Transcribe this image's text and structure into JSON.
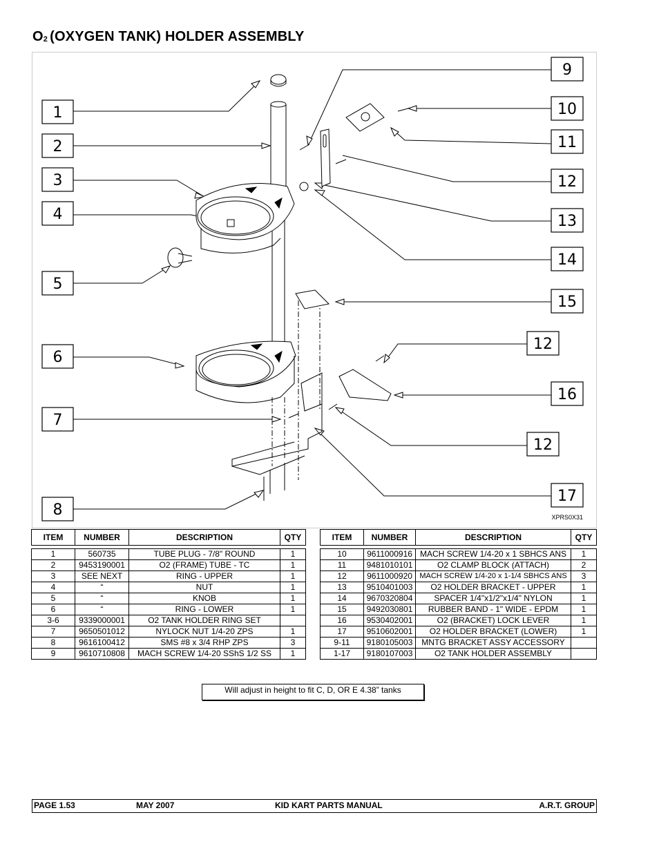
{
  "title": {
    "o": "O",
    "sub": "2",
    "rest": "(OXYGEN TANK) HOLDER ASSEMBLY"
  },
  "drawing_number": "XPRS0X31",
  "callouts": [
    "1",
    "2",
    "3",
    "4",
    "5",
    "6",
    "7",
    "8",
    "9",
    "10",
    "11",
    "12",
    "13",
    "14",
    "15",
    "12",
    "16",
    "12",
    "17"
  ],
  "table_headers": {
    "item": "ITEM",
    "number": "NUMBER",
    "description": "DESCRIPTION",
    "qty": "QTY"
  },
  "table_left": [
    {
      "item": "1",
      "number": "560735",
      "description": "TUBE PLUG - 7/8\" ROUND",
      "qty": "1"
    },
    {
      "item": "2",
      "number": "9453190001",
      "description": "O2 (FRAME) TUBE - TC",
      "qty": "1"
    },
    {
      "item": "3",
      "number": "SEE NEXT",
      "description": "RING - UPPER",
      "qty": "1"
    },
    {
      "item": "4",
      "number": "“",
      "description": "NUT",
      "qty": "1"
    },
    {
      "item": "5",
      "number": "“",
      "description": "KNOB",
      "qty": "1"
    },
    {
      "item": "6",
      "number": "“",
      "description": "RING - LOWER",
      "qty": "1"
    },
    {
      "item": "3-6",
      "number": "9339000001",
      "description": "O2 TANK HOLDER RING SET",
      "qty": ""
    },
    {
      "item": "7",
      "number": "9650501012",
      "description": "NYLOCK NUT 1/4-20 ZPS",
      "qty": "1"
    },
    {
      "item": "8",
      "number": "9616100412",
      "description": "SMS #8 x 3/4 RHP ZPS",
      "qty": "3"
    },
    {
      "item": "9",
      "number": "9610710808",
      "description": "MACH SCREW 1/4-20 SShS 1/2 SS",
      "qty": "1"
    }
  ],
  "table_right": [
    {
      "item": "10",
      "number": "9611000916",
      "description": "MACH SCREW 1/4-20 x 1 SBHCS ANS",
      "qty": "1"
    },
    {
      "item": "11",
      "number": "9481010101",
      "description": "O2 CLAMP BLOCK (ATTACH)",
      "qty": "2"
    },
    {
      "item": "12",
      "number": "9611000920",
      "description": "MACH SCREW 1/4-20 x 1-1/4 SBHCS ANS",
      "qty": "3"
    },
    {
      "item": "13",
      "number": "9510401003",
      "description": "O2 HOLDER BRACKET - UPPER",
      "qty": "1"
    },
    {
      "item": "14",
      "number": "9670320804",
      "description": "SPACER 1/4\"x1/2\"x1/4\" NYLON",
      "qty": "1"
    },
    {
      "item": "15",
      "number": "9492030801",
      "description": "RUBBER BAND - 1\" WIDE - EPDM",
      "qty": "1"
    },
    {
      "item": "16",
      "number": "9530402001",
      "description": "O2 (BRACKET) LOCK LEVER",
      "qty": "1"
    },
    {
      "item": "17",
      "number": "9510602001",
      "description": "O2 HOLDER BRACKET (LOWER)",
      "qty": "1"
    },
    {
      "item": "9-11",
      "number": "9180105003",
      "description": "MNTG BRACKET ASSY ACCESSORY",
      "qty": ""
    },
    {
      "item": "1-17",
      "number": "9180107003",
      "description": "O2 TANK HOLDER ASSEMBLY",
      "qty": ""
    }
  ],
  "note": "Will adjust in height to fit C, D, OR E 4.38” tanks",
  "footer": {
    "page": "PAGE  1.53",
    "date": "MAY 2007",
    "manual": "KID KART PARTS MANUAL",
    "company": "A.R.T. GROUP"
  }
}
